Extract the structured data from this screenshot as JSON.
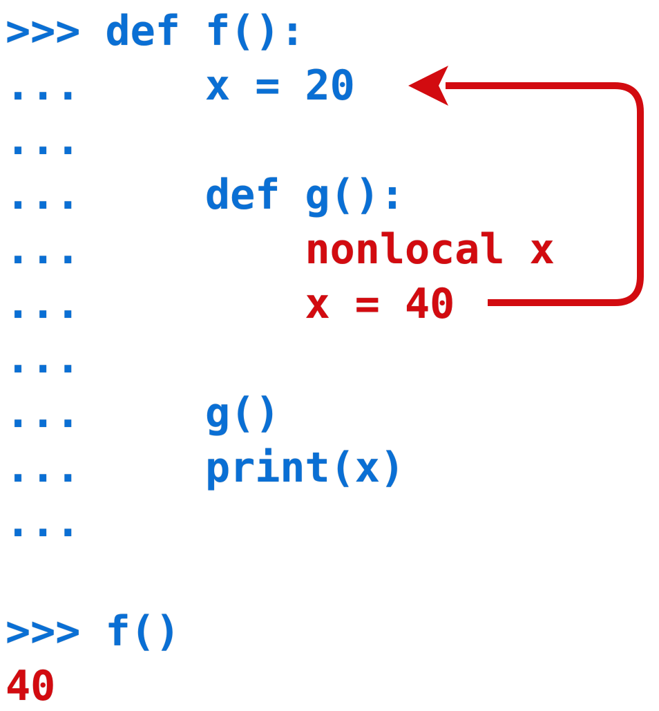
{
  "colors": {
    "blue": "#0a6fd4",
    "red": "#d20b10",
    "background": "#ffffff"
  },
  "code": {
    "language": "python-repl",
    "lines": [
      {
        "segments": [
          {
            "text": ">>> def f():",
            "color": "blue"
          }
        ]
      },
      {
        "segments": [
          {
            "text": "...     x = 20",
            "color": "blue"
          }
        ]
      },
      {
        "segments": [
          {
            "text": "...",
            "color": "blue"
          }
        ]
      },
      {
        "segments": [
          {
            "text": "...     def g():",
            "color": "blue"
          }
        ]
      },
      {
        "segments": [
          {
            "text": "...         ",
            "color": "blue"
          },
          {
            "text": "nonlocal x",
            "color": "red"
          }
        ]
      },
      {
        "segments": [
          {
            "text": "...         ",
            "color": "blue"
          },
          {
            "text": "x = 40",
            "color": "red"
          }
        ]
      },
      {
        "segments": [
          {
            "text": "...",
            "color": "blue"
          }
        ]
      },
      {
        "segments": [
          {
            "text": "...     g()",
            "color": "blue"
          }
        ]
      },
      {
        "segments": [
          {
            "text": "...     print(x)",
            "color": "blue"
          }
        ]
      },
      {
        "segments": [
          {
            "text": "...",
            "color": "blue"
          }
        ]
      },
      {
        "segments": [
          {
            "text": "",
            "color": "blue"
          }
        ]
      },
      {
        "segments": [
          {
            "text": ">>> f()",
            "color": "blue"
          }
        ]
      },
      {
        "segments": [
          {
            "text": "40",
            "color": "red"
          }
        ]
      }
    ]
  },
  "annotation": {
    "arrow": {
      "name": "nonlocal-rebind-arrow",
      "from_text": "x = 40",
      "to_text": "x = 20",
      "color": "#d20b10"
    }
  }
}
